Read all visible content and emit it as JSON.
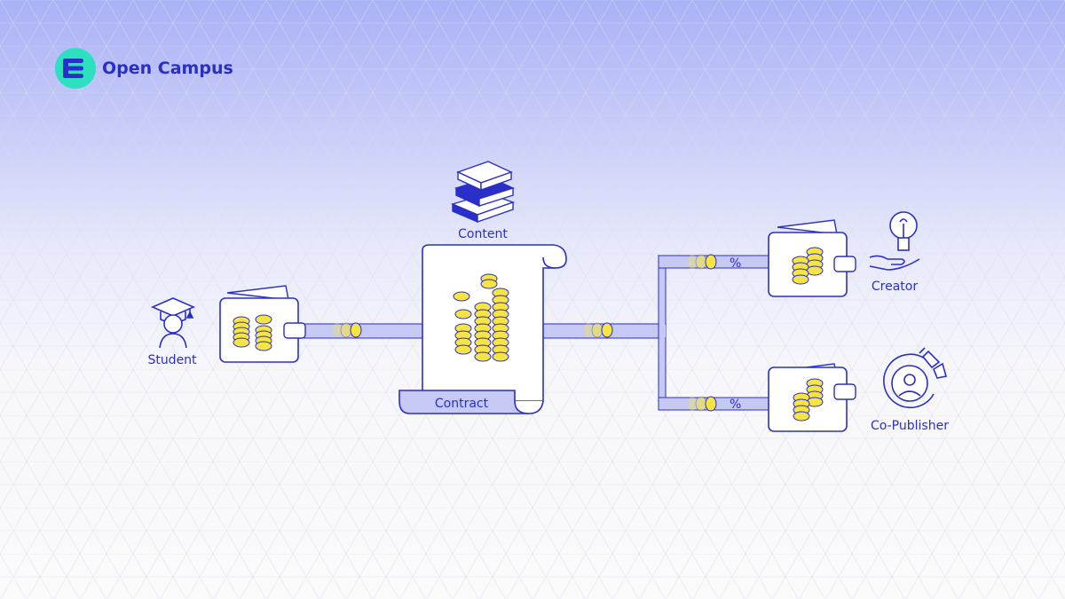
{
  "brand": {
    "name": "Open Campus",
    "logo_color": "#2de0c0",
    "text_color": "#2a2fc9"
  },
  "labels": {
    "student": "Student",
    "content": "Content",
    "contract": "Contract",
    "creator": "Creator",
    "copublisher": "Co-Publisher",
    "percent_creator": "%",
    "percent_copublisher": "%"
  },
  "colors": {
    "stroke": "#2a2fc9",
    "coin": "#f6e444",
    "pipe": "#c6c9f4",
    "paper": "#ffffff"
  }
}
